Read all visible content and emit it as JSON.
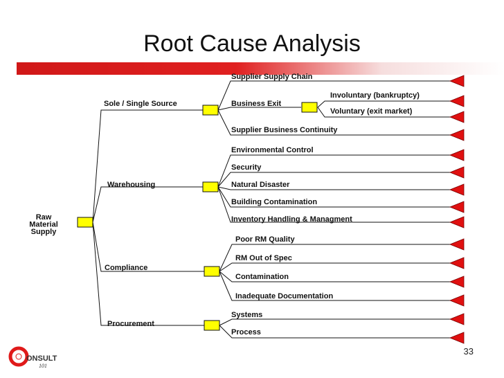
{
  "title": "Root Cause Analysis",
  "page_number": "33",
  "logo": {
    "text": "ONSULT",
    "sub": "101",
    "accent_color": "#e01a1a"
  },
  "colors": {
    "node_fill": "#ffff00",
    "flag_fill": "#e01010",
    "bar_color": "#d01818"
  },
  "root": {
    "lines": [
      "Raw",
      "Material",
      "Supply"
    ]
  },
  "branches": [
    {
      "label": "Sole / Single Source",
      "children": [
        {
          "label": "Supplier Supply Chain"
        },
        {
          "label": "Business Exit",
          "children": [
            {
              "label": "Involuntary (bankruptcy)"
            },
            {
              "label": "Voluntary (exit market)"
            }
          ]
        },
        {
          "label": "Supplier Business Continuity"
        }
      ]
    },
    {
      "label": "Warehousing",
      "children": [
        {
          "label": "Environmental Control"
        },
        {
          "label": "Security"
        },
        {
          "label": "Natural Disaster"
        },
        {
          "label": "Building Contamination"
        },
        {
          "label": "Inventory Handling & Managment"
        }
      ]
    },
    {
      "label": "Compliance",
      "children": [
        {
          "label": "Poor RM Quality"
        },
        {
          "label": "RM Out of Spec"
        },
        {
          "label": "Contamination"
        },
        {
          "label": "Inadequate Documentation"
        }
      ]
    },
    {
      "label": "Procurement",
      "children": [
        {
          "label": "Systems"
        },
        {
          "label": "Process"
        }
      ]
    }
  ]
}
